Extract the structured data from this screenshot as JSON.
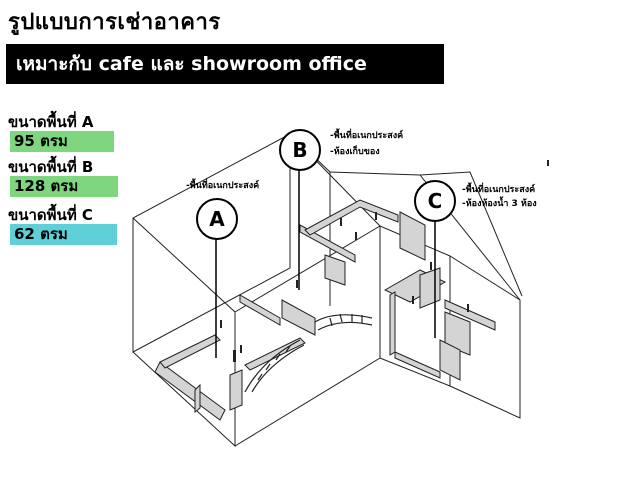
{
  "header": {
    "title": "รูปแบบการเช่าอาคาร",
    "banner": "เหมาะกับ  cafe และ showroom  office"
  },
  "areas": [
    {
      "label": "ขนาดพื้นที่ A",
      "value": "95 ตรม",
      "color": "#7ed67e"
    },
    {
      "label": "ขนาดพื้นที่ B",
      "value": "128 ตรม",
      "color": "#7ed67e"
    },
    {
      "label": "ขนาดพื้นที่ C",
      "value": "62 ตรม",
      "color": "#5fd0d8"
    }
  ],
  "zones": {
    "a": {
      "letter": "A",
      "notes": [
        "-พื้นที่อเนกประสงค์"
      ]
    },
    "b": {
      "letter": "B",
      "notes": [
        "-พื้นที่อเนกประสงค์",
        "-ห้องเก็บของ"
      ]
    },
    "c": {
      "letter": "C",
      "notes": [
        "-พื้นที่อเนกประสงค์",
        "-ห้องห้องน้ำ 3 ห้อง"
      ]
    }
  }
}
